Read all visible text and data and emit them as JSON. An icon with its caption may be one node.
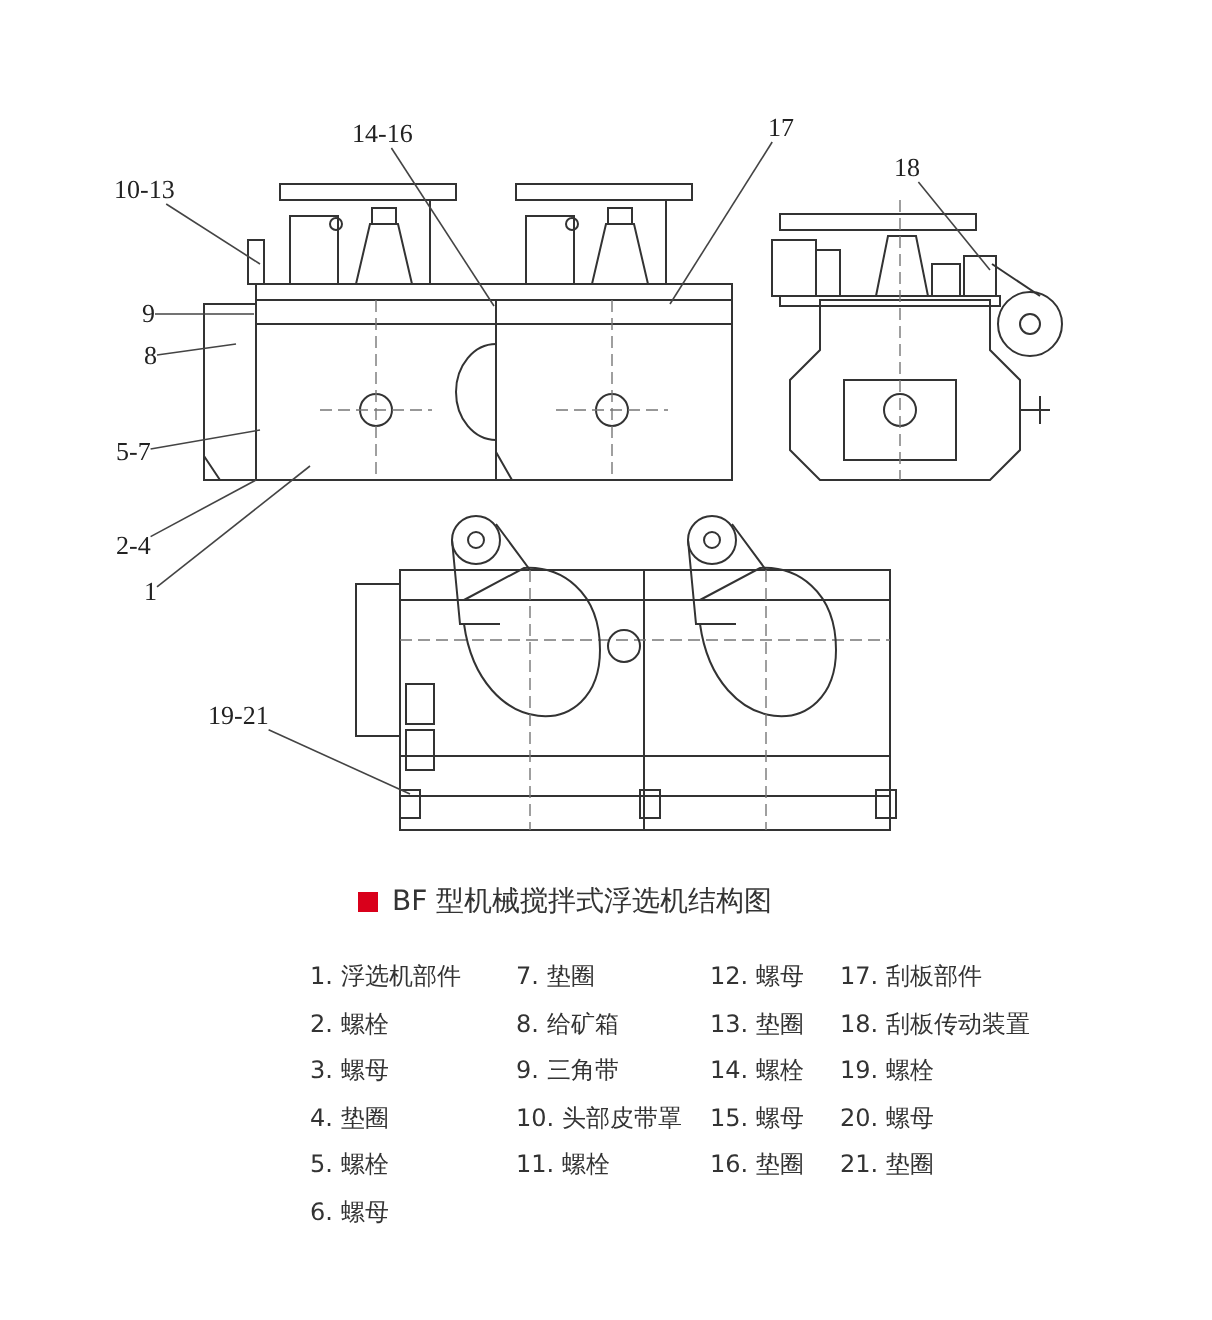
{
  "diagram": {
    "title": "BF 型机械搅拌式浮选机结构图",
    "nodes": [
      {
        "text": [
          "14-16"
        ]
      },
      {
        "text": [
          "17"
        ]
      },
      {
        "text": [
          "10-13"
        ]
      },
      {
        "text": [
          "18"
        ]
      },
      {
        "text": [
          "9"
        ]
      },
      {
        "text": [
          "8"
        ]
      },
      {
        "text": [
          "5-7"
        ]
      },
      {
        "text": [
          "2-4"
        ]
      },
      {
        "text": [
          "1"
        ]
      },
      {
        "text": [
          "19-21"
        ]
      }
    ],
    "edges": [
      {
        "from": 0,
        "to": null,
        "arrow": "none"
      },
      {
        "from": 1,
        "to": null,
        "arrow": "none"
      },
      {
        "from": 2,
        "to": null,
        "arrow": "none"
      },
      {
        "from": 3,
        "to": null,
        "arrow": "none"
      },
      {
        "from": 4,
        "to": null,
        "arrow": "none"
      },
      {
        "from": 5,
        "to": null,
        "arrow": "none"
      },
      {
        "from": 6,
        "to": null,
        "arrow": "none"
      },
      {
        "from": 7,
        "to": null,
        "arrow": "none"
      },
      {
        "from": 8,
        "to": null,
        "arrow": "none"
      },
      {
        "from": 9,
        "to": null,
        "arrow": "none"
      }
    ],
    "labels": [
      "1. 浮选机部件",
      "7. 垫圈",
      "12. 螺母",
      "17. 刮板部件",
      "2. 螺栓",
      "8. 给矿箱",
      "13. 垫圈",
      "18. 刮板传动装置",
      "3. 螺母",
      "9. 三角带",
      "14. 螺栓",
      "19. 螺栓",
      "4. 垫圈",
      "10. 头部皮带罩",
      "15. 螺母",
      "20. 螺母",
      "5. 螺栓",
      "11. 螺栓",
      "16. 垫圈",
      "21. 垫圈",
      "6. 螺母"
    ]
  }
}
